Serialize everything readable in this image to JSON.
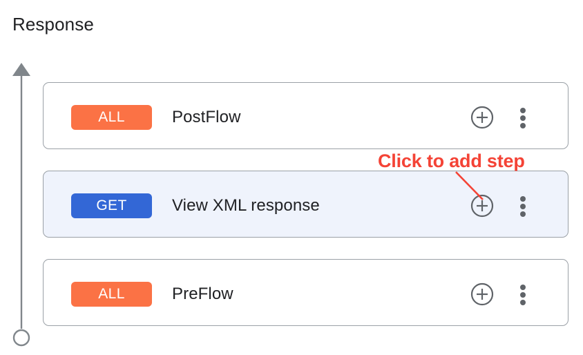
{
  "page": {
    "title": "Response"
  },
  "colors": {
    "badge_all": "#fb7245",
    "badge_get": "#3367d6",
    "selected_row_bg": "#eff3fc",
    "card_border": "#9aa0a6",
    "annotation_red": "#f44336",
    "icon_gray": "#5f6368",
    "axis_gray": "#80868b",
    "text_primary": "#202124"
  },
  "flow_axis": {
    "direction_icon": "arrow-up-icon",
    "endpoint_icon": "circle-endpoint-icon"
  },
  "steps": [
    {
      "badge": "ALL",
      "badge_style": "all",
      "label": "PostFlow",
      "selected": false,
      "add_icon": "plus-circle-icon",
      "menu_icon": "kebab-menu-icon"
    },
    {
      "badge": "GET",
      "badge_style": "get",
      "label": "View XML response",
      "selected": true,
      "add_icon": "plus-circle-icon",
      "menu_icon": "kebab-menu-icon"
    },
    {
      "badge": "ALL",
      "badge_style": "all",
      "label": "PreFlow",
      "selected": false,
      "add_icon": "plus-circle-icon",
      "menu_icon": "kebab-menu-icon"
    }
  ],
  "annotation": {
    "text": "Click to add step",
    "points_to": "add-step-button-row-2"
  }
}
